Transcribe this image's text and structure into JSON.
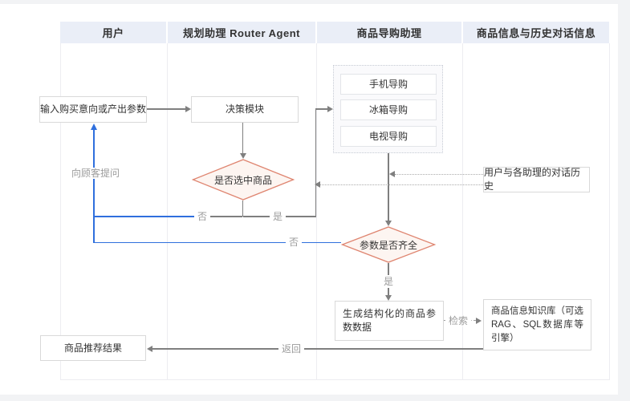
{
  "diagram": {
    "lanes": [
      {
        "label": "用户"
      },
      {
        "label": "规划助理 Router Agent"
      },
      {
        "label": "商品导购助理"
      },
      {
        "label": "商品信息与历史对话信息"
      }
    ],
    "nodes": {
      "user_input": "输入购买意向或产出参数",
      "decision_module": "决策模块",
      "select_product_diamond": "是否选中商品",
      "params_complete_diamond": "参数是否齐全",
      "phone_guide": "手机导购",
      "fridge_guide": "冰箱导购",
      "tv_guide": "电视导购",
      "dialog_history": "用户与各助理的对话历史",
      "generate_params": "生成结构化的商品参数数据",
      "knowledge_base": "商品信息知识库（可选RAG、SQL数据库等引擎）",
      "recommend_result": "商品推荐结果"
    },
    "edge_labels": {
      "ask_customer": "向顾客提问",
      "select_no": "否",
      "select_yes": "是",
      "params_no": "否",
      "params_yes": "是",
      "search": "检索",
      "return": "返回"
    },
    "colors": {
      "header_bg": "#EAEEF7",
      "lane_border": "#EDEDF1",
      "node_border": "#D9D9D9",
      "diamond_border": "#DF8570",
      "diamond_fill": "#FDF5F1",
      "flow_blue": "#2F6FDD",
      "flow_gray": "#7F7F7F",
      "label_gray": "#9B9B9B"
    }
  }
}
